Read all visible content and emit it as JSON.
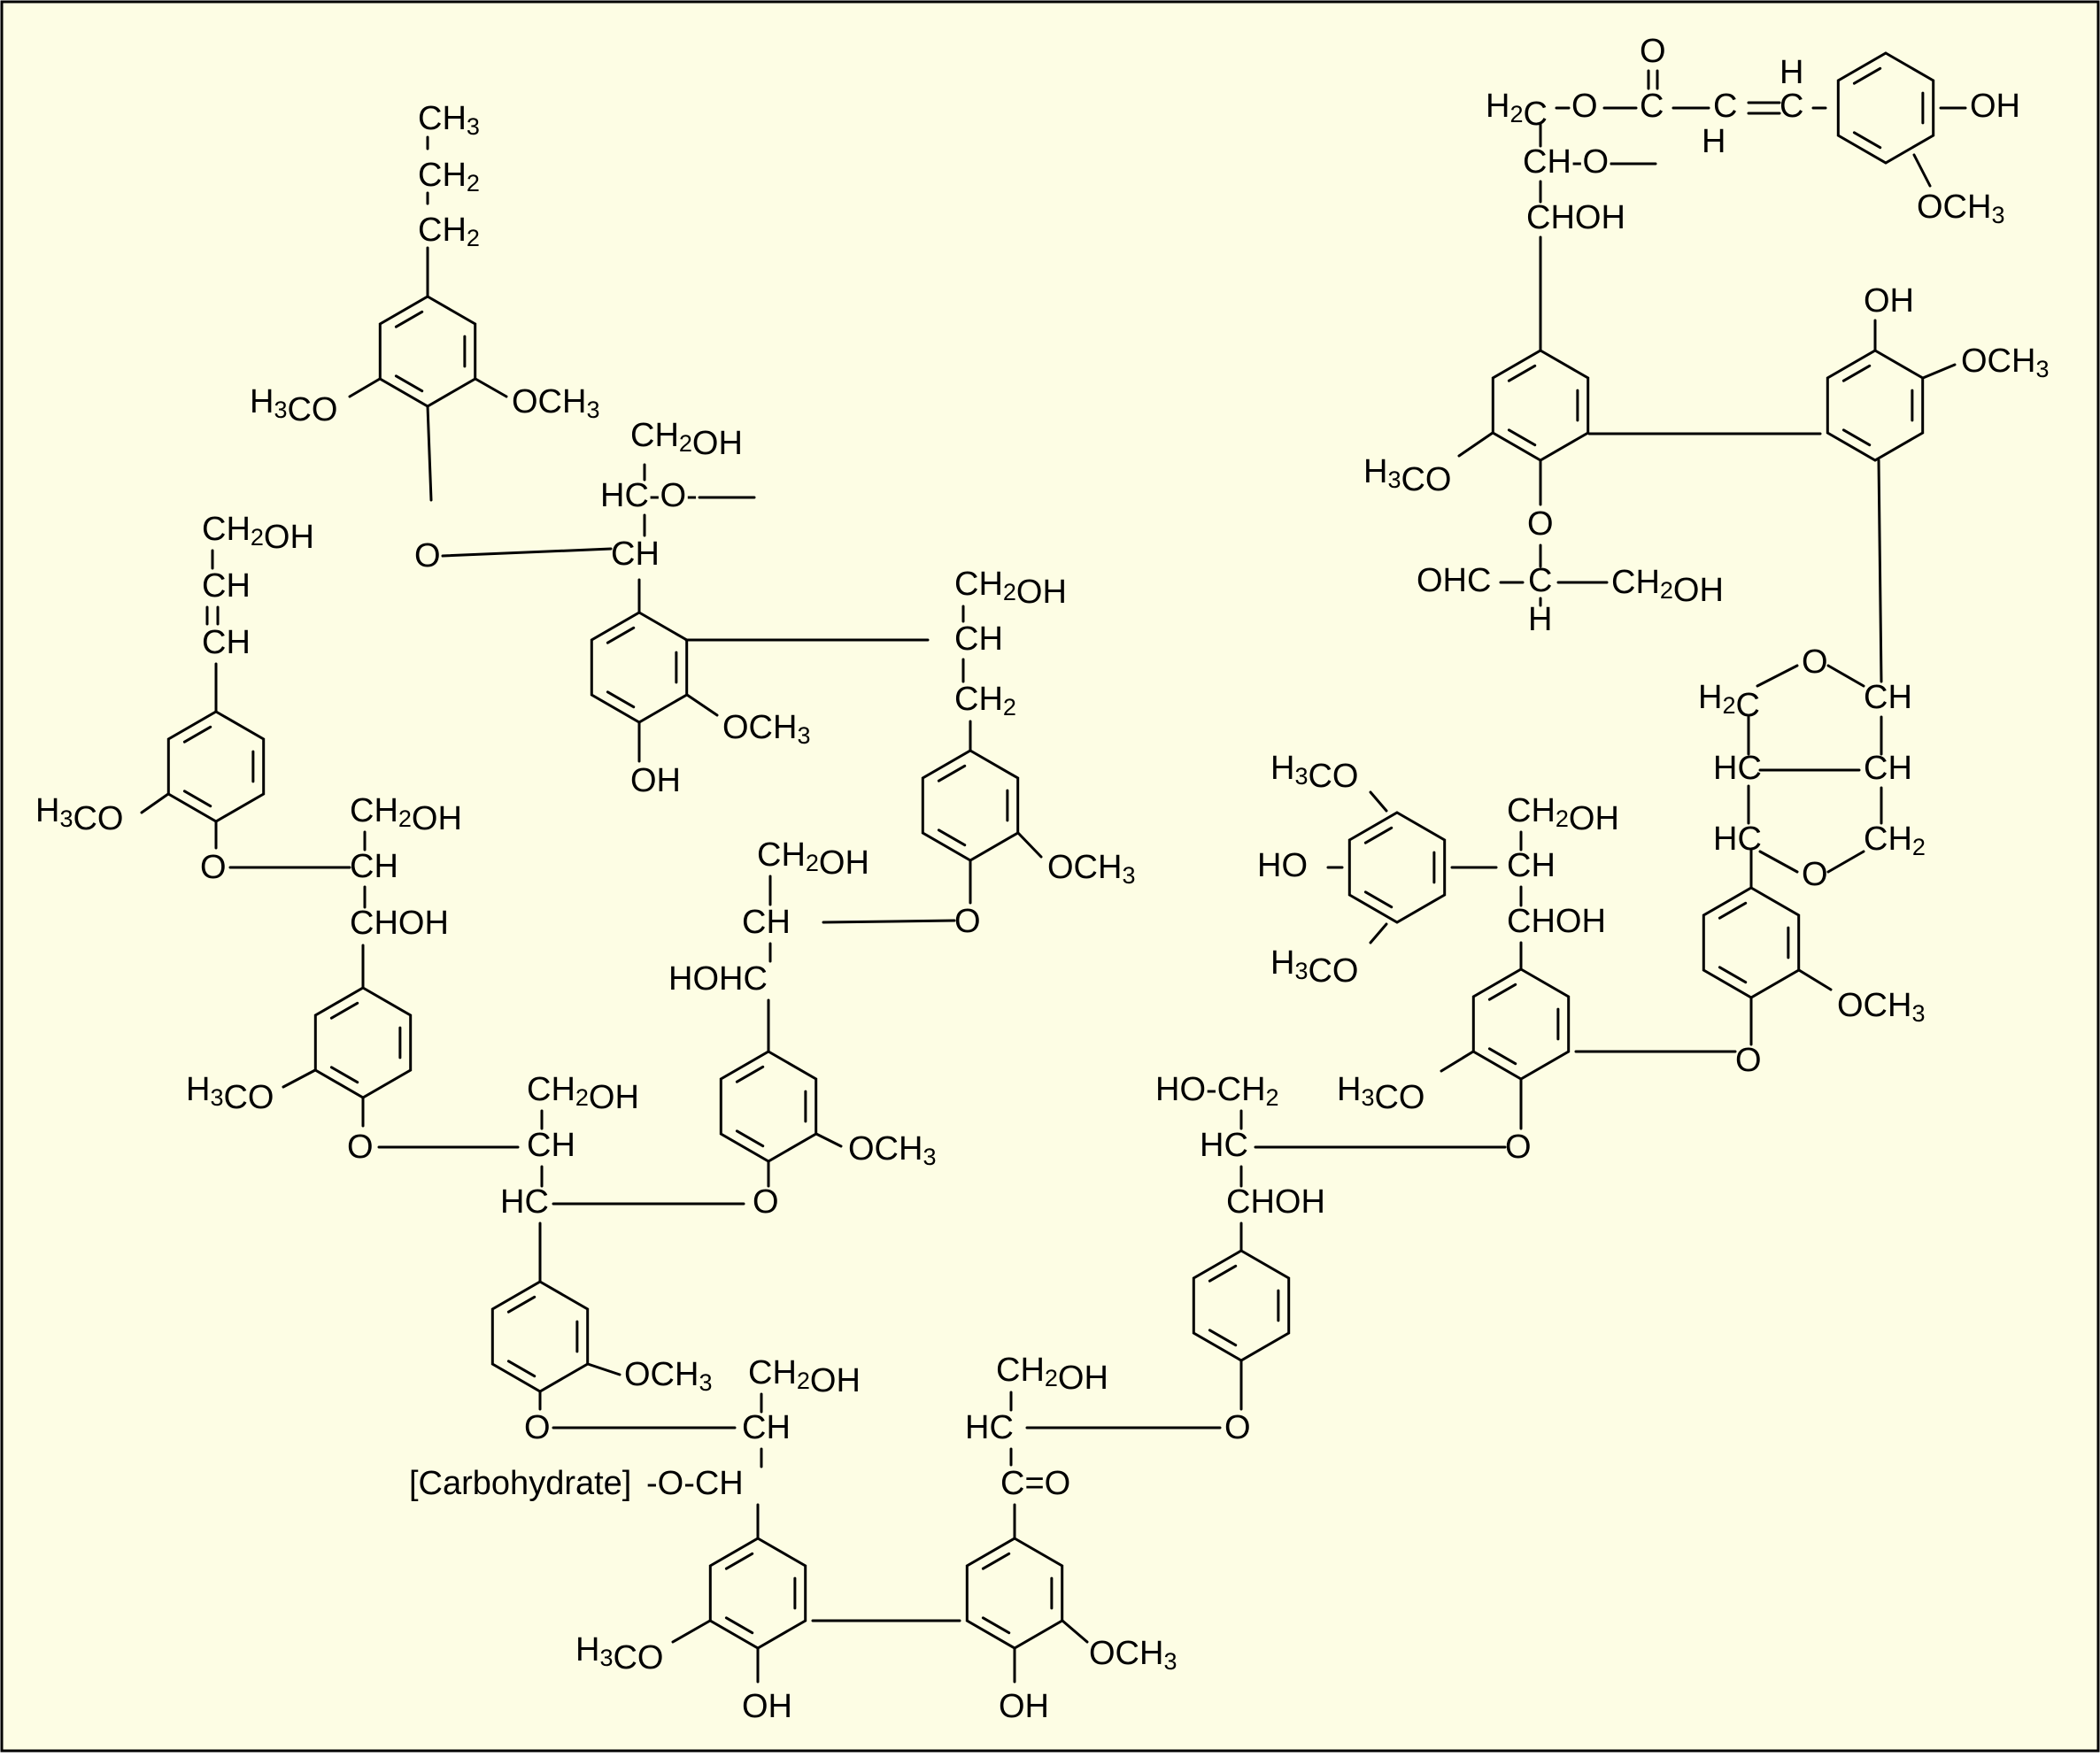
{
  "colors": {
    "background": "#fdfde4",
    "ink": "#000000",
    "frame": "#000000"
  },
  "labels": {
    "n_ch3_top": "CH3",
    "n_ch2_a": "CH2",
    "n_ch2_b": "CH2",
    "n_h3co_1": "H3CO",
    "n_och3_1": "OCH3",
    "n_o_1": "O",
    "n_ch2oh_1": "CH2OH",
    "n_hc_o_1": "HC-O-",
    "n_ch_1": "CH",
    "n_ch2oh_2": "CH2OH",
    "n_ch_2": "CH",
    "n_ch2_c": "CH2",
    "n_och3_2": "OCH3",
    "n_oh_2": "OH",
    "n_ch2oh_3": "CH2OH",
    "n_ch_3": "CH",
    "n_ch_3b": "CH",
    "n_h3co_3": "H3CO",
    "n_o_3": "O",
    "n_ch2oh_4": "CH2OH",
    "n_ch_4": "CH",
    "n_choh_4": "CHOH",
    "n_h3co_4": "H3CO",
    "n_och3_5": "OCH3",
    "n_o_5": "O",
    "n_ch2oh_6": "CH2OH",
    "n_ch_6": "CH",
    "n_hohc_6": "HOHC",
    "n_och3_6": "OCH3",
    "n_o_4": "O",
    "n_ch2oh_7": "CH2OH",
    "n_ch_7": "CH",
    "n_hc_7": "HC",
    "n_o_6": "O",
    "n_och3_7": "OCH3",
    "n_o_7": "O",
    "n_ch2oh_8": "CH2OH",
    "n_ch_8": "CH",
    "n_carbohydrate": "[Carbohydrate]",
    "n_o_carb": "-O-CH",
    "n_h3co_9": "H3CO",
    "n_oh_9": "OH",
    "n_ch2oh_9": "CH2OH",
    "n_hc_9": "HC",
    "n_co_9": "C=O",
    "n_och3_10": "OCH3",
    "n_oh_10": "OH",
    "n_o_9": "O",
    "n_hoch2_11": "HO-CH2",
    "n_hc_11": "HC",
    "n_choh_11": "CHOH",
    "n_o_11": "O",
    "n_h3co_12": "H3CO",
    "n_h3co_13a": "H3CO",
    "n_ho_13": "HO",
    "n_h3co_13b": "H3CO",
    "n_ch2oh_13": "CH2OH",
    "n_ch_13": "CH",
    "n_choh_13": "CHOH",
    "n_o_12": "O",
    "n_och3_14": "OCH3",
    "n_h2c_15": "H2C",
    "n_o_15a": "O",
    "n_ch_15a": "CH",
    "n_hc_15": "HC",
    "n_ch_15b": "CH",
    "n_hc_15b": "HC",
    "n_o_15b": "O",
    "n_ch2_15": "CH2",
    "n_oh_16": "OH",
    "n_och3_16": "OCH3",
    "n_h3co_17": "H3CO",
    "n_o_17": "O",
    "n_ohc_17": "OHC",
    "n_c_17": "C",
    "n_h_17": "H",
    "n_ch2oh_17": "CH2OH",
    "n_choh_18": "CHOH",
    "n_ch_o_18": "CH-O-",
    "n_h2c_18": "H2C",
    "n_o_18": "O",
    "n_c_18": "C",
    "n_o_top": "O",
    "n_c_19": "C",
    "n_h_19": "H",
    "n_hc_19": "H",
    "n_c_19b": "C",
    "n_oh_19": "OH",
    "n_och3_19": "OCH3"
  }
}
